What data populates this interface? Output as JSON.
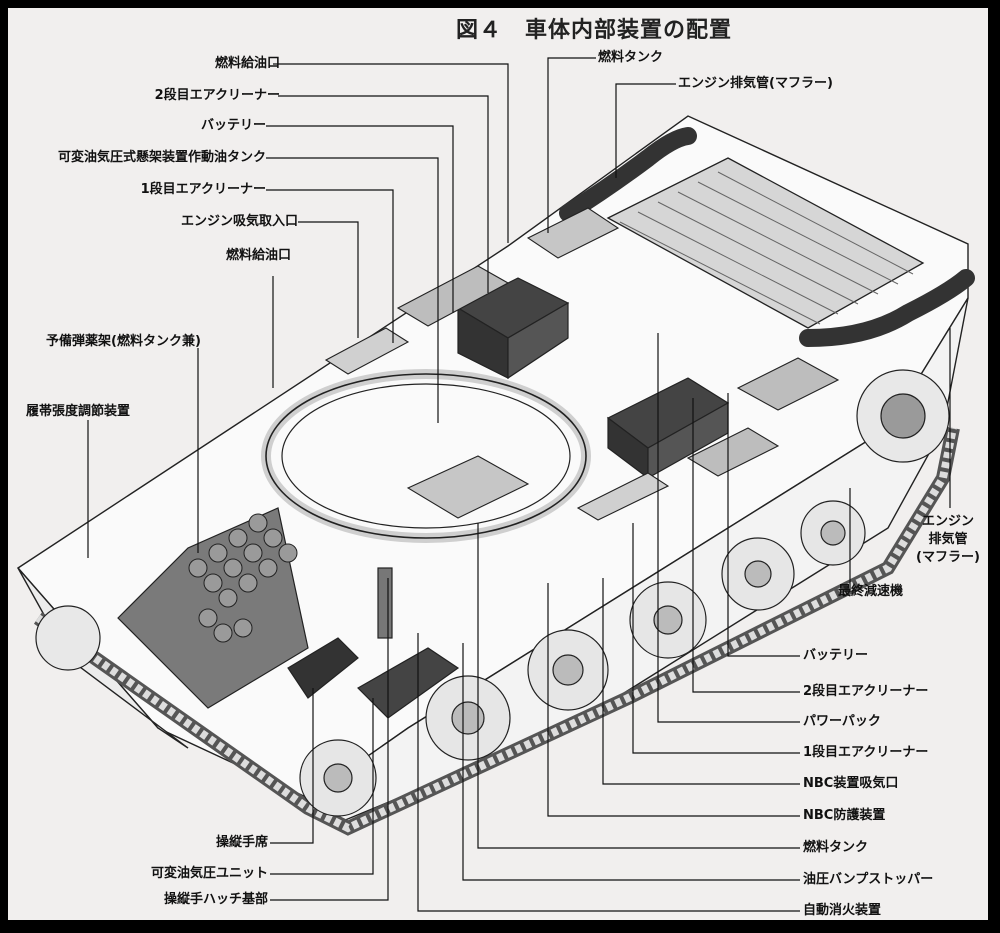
{
  "figure": {
    "title": "図４　車体内部装置の配置"
  },
  "labels": {
    "left": [
      "燃料給油口",
      "2段目エアクリーナー",
      "バッテリー",
      "可変油気圧式懸架装置作動油タンク",
      "1段目エアクリーナー",
      "エンジン吸気取入口",
      "燃料給油口",
      "予備弾薬架(燃料タンク兼)",
      "履帯張度調節装置"
    ],
    "top": [
      "燃料タンク",
      "エンジン排気管(マフラー)"
    ],
    "right_side": [
      "エンジン",
      "排気管",
      "(マフラー)",
      "最終減速機"
    ],
    "bottom_left": [
      "操縦手席",
      "可変油気圧ユニット",
      "操縦手ハッチ基部"
    ],
    "bottom_right": [
      "バッテリー",
      "2段目エアクリーナー",
      "パワーパック",
      "1段目エアクリーナー",
      "NBC装置吸気口",
      "NBC防護装置",
      "燃料タンク",
      "油圧バンプストッパー",
      "自動消火装置"
    ]
  }
}
